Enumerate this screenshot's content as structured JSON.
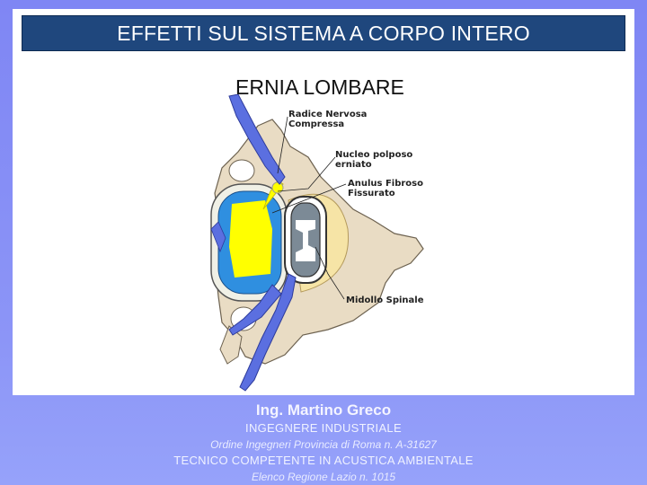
{
  "slide": {
    "title": "EFFETTI SUL SISTEMA A CORPO INTERO",
    "subtitle": "ERNIA LOMBARE"
  },
  "diagram": {
    "labels": {
      "nerve_root": "Radice Nervosa\nCompressa",
      "nucleus": "Nucleo polposo\nerniato",
      "anulus": "Anulus Fibroso\nFissurato",
      "spinal_cord": "Midollo Spinale"
    }
  },
  "footer": {
    "name": "Ing. Martino Greco",
    "role": "INGEGNERE INDUSTRIALE",
    "order": "Ordine Ingegneri Provincia di Roma n. A-31627",
    "tech": "TECNICO COMPETENTE IN ACUSTICA AMBIENTALE",
    "list": "Elenco Regione Lazio n. 1015"
  },
  "colors": {
    "title_bar": "#1f477d",
    "background": "#8c95f7",
    "nerve": "#5b6fe0",
    "disc": "#2f8fe0",
    "nucleus": "#ffff00",
    "bone": "#e9dcc4",
    "anulus": "#f6e4a6"
  }
}
